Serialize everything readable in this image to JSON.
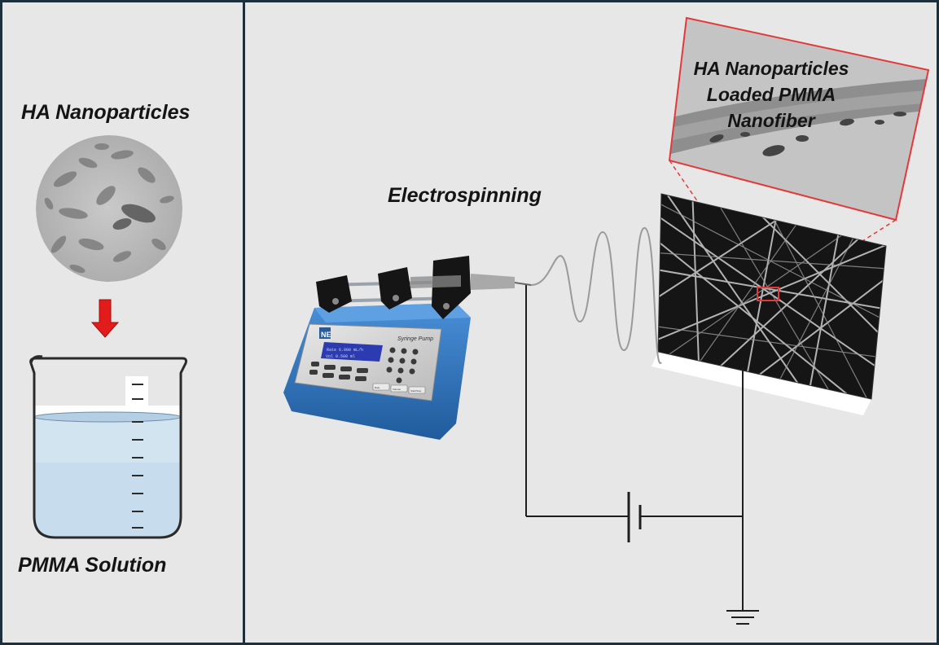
{
  "left_panel": {
    "nanoparticles_label": "HA Nanoparticles",
    "solution_label": "PMMA Solution"
  },
  "right_panel": {
    "process_label": "Electrospinning",
    "inset_label": "HA Nanoparticles Loaded PMMA Nanofiber",
    "pump": {
      "brand": "NE",
      "title": "Syringe Pump",
      "lcd_line1": "Rate  6.000 mL/h",
      "lcd_line2": "Vol   0.500  ml",
      "buttons": [
        "Rate",
        "Volume",
        "Start/Stop"
      ]
    }
  },
  "colors": {
    "background": "#e7e7e7",
    "border": "#1e2f3c",
    "arrow": "#e21b1b",
    "zoom_box": "#e23a3a",
    "pump_body": "#2e6fb5",
    "solution": "#c7dced"
  }
}
